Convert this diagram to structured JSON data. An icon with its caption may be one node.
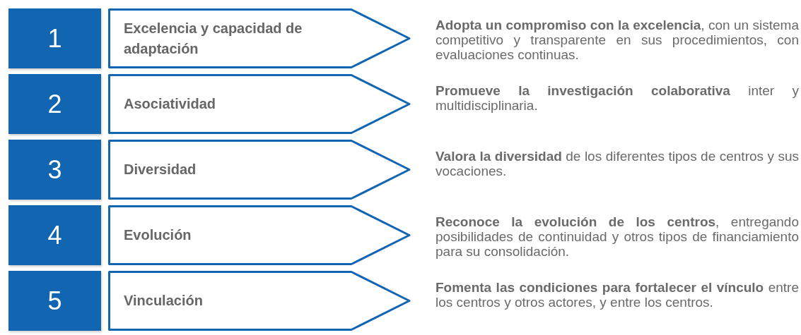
{
  "diagram": {
    "nodes": [
      {
        "text": [
          "1"
        ]
      },
      {
        "text": [
          "Excelencia y capacidad de adaptación"
        ],
        "beside": [
          "**Adopta un compromiso con la excelencia**, con un sistema competitivo y transparente en sus procedimientos, con evaluaciones continuas."
        ]
      },
      {
        "text": [
          "2"
        ]
      },
      {
        "text": [
          "Asociatividad"
        ],
        "beside": [
          "**Promueve la investigación colaborativa** inter y multidisciplinaria."
        ]
      },
      {
        "text": [
          "3"
        ]
      },
      {
        "text": [
          "Diversidad"
        ],
        "beside": [
          "**Valora la diversidad** de los diferentes tipos de centros y sus vocaciones."
        ]
      },
      {
        "text": [
          "4"
        ]
      },
      {
        "text": [
          "Evolución"
        ],
        "beside": [
          "**Reconoce la evolución de los centros**, entregando posibilidades de continuidad y otros tipos de financiamiento para su consolidación."
        ]
      },
      {
        "text": [
          "5"
        ]
      },
      {
        "text": [
          "Vinculación"
        ],
        "beside": [
          "**Fomenta las condiciones para fortalecer el vínculo** entre los centros y otros actores, y entre los centros."
        ]
      }
    ]
  }
}
